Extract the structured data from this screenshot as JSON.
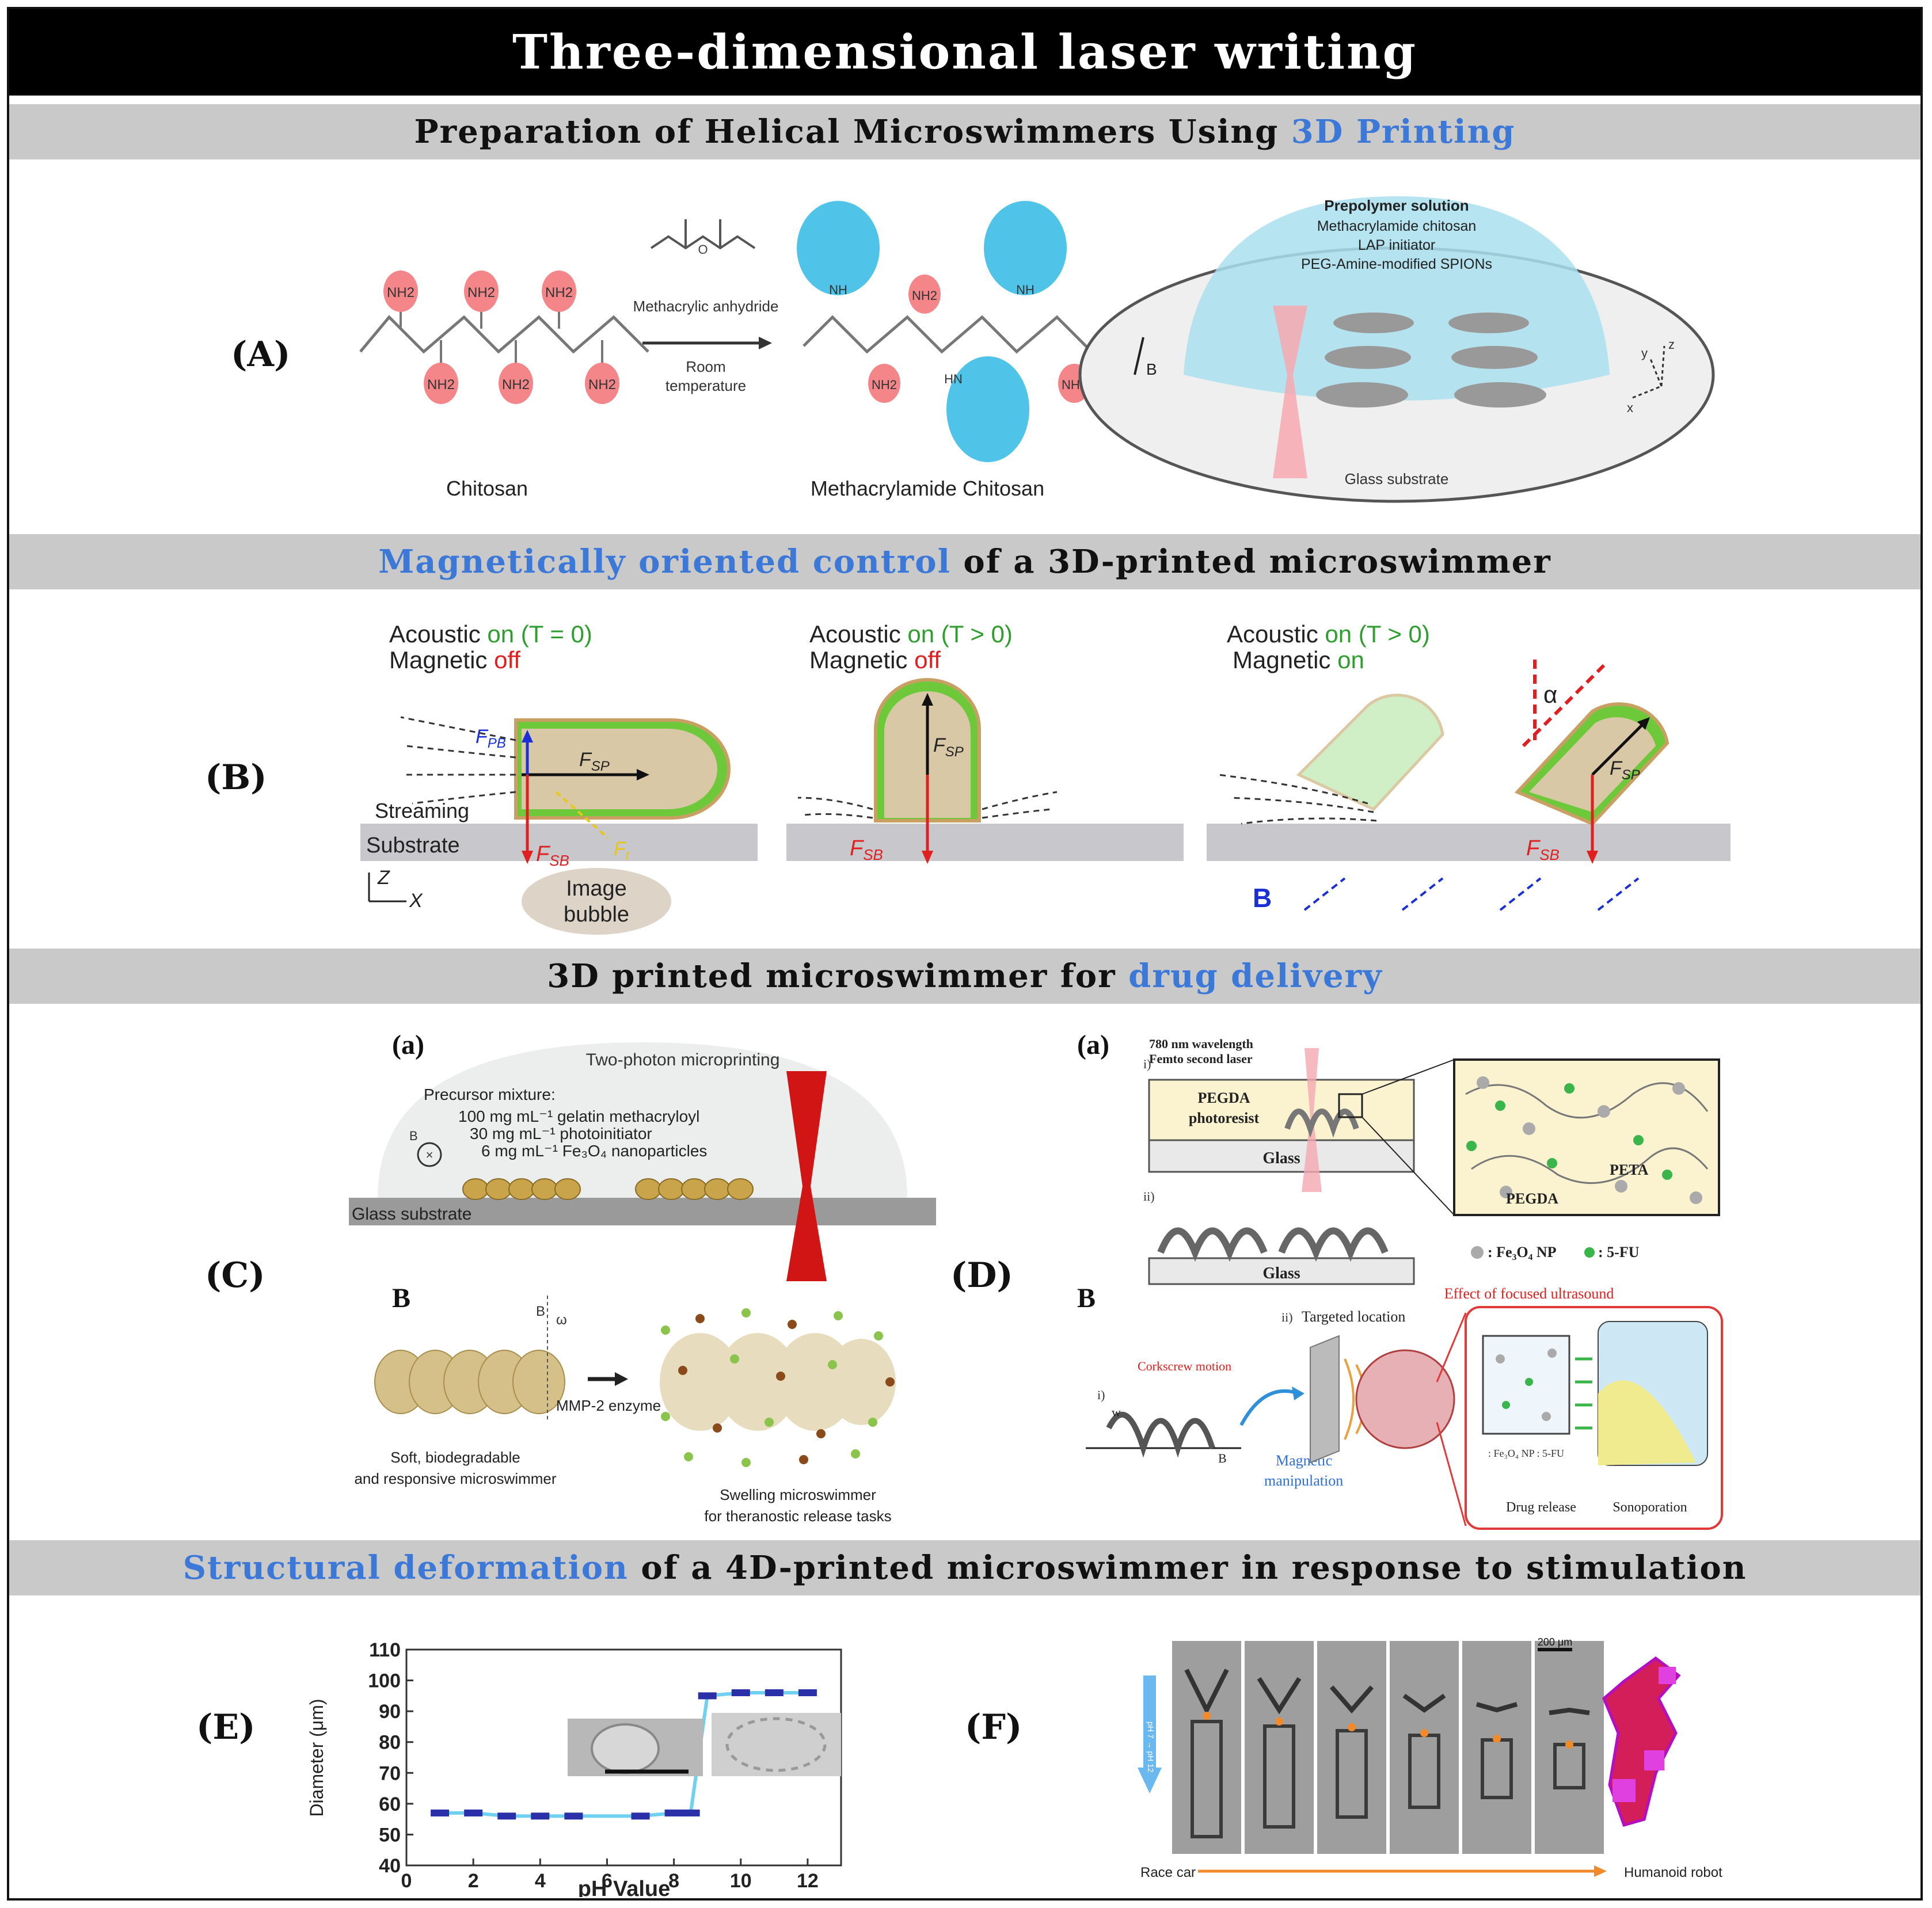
{
  "title": "Three-dimensional laser writing",
  "sections": {
    "s1": {
      "pre": "Preparation of Helical Microswimmers Using ",
      "hl": "3D Printing",
      "post": ""
    },
    "s2": {
      "pre": "",
      "hl": "Magnetically oriented control",
      "post": " of a 3D-printed microswimmer"
    },
    "s3": {
      "pre": "3D printed microswimmer for ",
      "hl": "drug delivery",
      "post": ""
    },
    "s4": {
      "pre": "",
      "hl": "Structural deformation",
      "post": " of a 4D-printed microswimmer in response to stimulation"
    }
  },
  "panels": {
    "A": "(A)",
    "B": "(B)",
    "C": "(C)",
    "D": "(D)",
    "E": "(E)",
    "F": "(F)"
  },
  "panelA": {
    "nh2": "NH2",
    "nh": "NH",
    "hn": "HN",
    "o": "O",
    "reagent": "Methacrylic anhydride",
    "condition_1": "Room",
    "condition_2": "temperature",
    "chitosan": "Chitosan",
    "product": "Methacrylamide Chitosan",
    "prepolymer_title": "Prepolymer solution",
    "prepolymer_1": "Methacrylamide chitosan",
    "prepolymer_2": "LAP initiator",
    "prepolymer_3": "PEG-Amine-modified SPIONs",
    "glass": "Glass substrate",
    "b_field": "B",
    "axis_x": "x",
    "axis_y": "y",
    "axis_z": "z"
  },
  "panelB": {
    "acoustic": "Acoustic",
    "magnetic": "Magnetic",
    "on_t0": "on (T = 0)",
    "on_tgt0": "on (T > 0)",
    "off": "off",
    "on": "on",
    "fpb": "F",
    "fpb_sub": "PB",
    "fsp": "F",
    "fsp_sub": "SP",
    "fsb": "F",
    "fsb_sub": "SB",
    "ft": "F",
    "ft_sub": "t",
    "streaming": "Streaming",
    "substrate": "Substrate",
    "image_1": "Image",
    "image_2": "bubble",
    "axis_z": "Z",
    "axis_x": "X",
    "b": "B",
    "alpha": "α"
  },
  "panelC": {
    "a": "(a)",
    "b": "B",
    "twophoton": "Two-photon microprinting",
    "precursor": "Precursor mixture:",
    "line1": "100 mg mL⁻¹ gelatin methacryloyl",
    "line2": "30 mg mL⁻¹ photoinitiator",
    "line3": "6 mg mL⁻¹ Fe₃O₄ nanoparticles",
    "glass": "Glass substrate",
    "omega": "ω",
    "enzyme": "MMP-2 enzyme",
    "soft_1": "Soft, biodegradable",
    "soft_2": "and responsive microswimmer",
    "swell_1": "Swelling microswimmer",
    "swell_2": "for theranostic release tasks"
  },
  "panelD": {
    "a": "(a)",
    "b": "B",
    "i": "i)",
    "ii": "ii)",
    "laser_1": "780 nm wavelength",
    "laser_2": "Femto second laser",
    "pegda_1": "PEGDA",
    "pegda_2": "photoresist",
    "glass": "Glass",
    "pegda": "PEGDA",
    "peta": "PETA",
    "legend_fe": ": Fe₃O₄ NP",
    "legend_fu": ": 5-FU",
    "effect": "Effect of focused ultrasound",
    "targeted": "Targeted location",
    "corkscrew": "Corkscrew motion",
    "magnetic_1": "Magnetic",
    "magnetic_2": "manipulation",
    "drug_release": "Drug release",
    "sonoporation": "Sonoporation",
    "legend_small": ": Fe₃O₄ NP  : 5-FU",
    "w": "w"
  },
  "chart_data": {
    "type": "line",
    "title": "",
    "xlabel": "pH Value",
    "ylabel": "Diameter (μm)",
    "xlim": [
      0,
      13
    ],
    "ylim": [
      40,
      110
    ],
    "xticks": [
      0,
      2,
      4,
      6,
      8,
      10,
      12
    ],
    "yticks": [
      40,
      50,
      60,
      70,
      80,
      90,
      100,
      110
    ],
    "series": [
      {
        "x": [
          1,
          2,
          3,
          4,
          5,
          7,
          8,
          8.5,
          9,
          10,
          11,
          12
        ],
        "y": [
          57,
          57,
          56,
          56,
          56,
          56,
          57,
          57,
          95,
          96,
          96,
          96
        ]
      }
    ],
    "grid": false
  },
  "panelF": {
    "race_car": "Race car",
    "humanoid": "Humanoid robot",
    "scale": "200 μm",
    "ph": "pH 7 → pH 12",
    "frames": 6
  },
  "colors": {
    "accent": "#3b78d8",
    "green": "#2e9e2e",
    "red": "#e02020",
    "nh2_pink": "#f4868a",
    "cyan": "#4fc3e8"
  }
}
